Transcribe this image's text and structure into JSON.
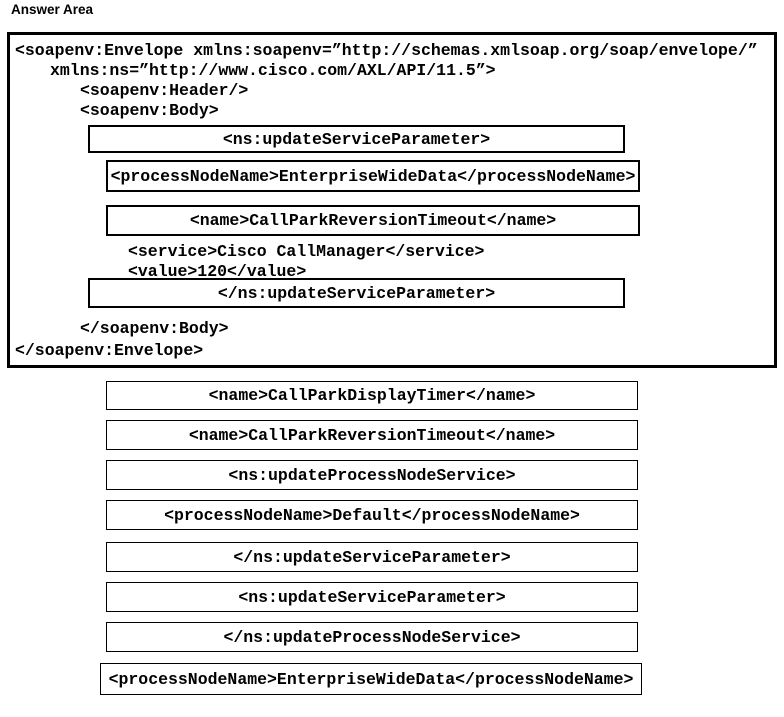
{
  "title": "Answer Area",
  "answer_area": {
    "lines": {
      "envelope_open": "<soapenv:Envelope xmlns:soapenv=”http://schemas.xmlsoap.org/soap/envelope/”",
      "xmlns_ns": "xmlns:ns=”http://www.cisco.com/AXL/API/11.5”>",
      "header": "<soapenv:Header/>",
      "body_open": "<soapenv:Body>",
      "service": "<service>Cisco CallManager</service>",
      "value": "<value>120</value>",
      "body_close": "</soapenv:Body>",
      "envelope_close": "</soapenv:Envelope>"
    },
    "slots": [
      {
        "label": "<ns:updateServiceParameter>"
      },
      {
        "label": "<processNodeName>EnterpriseWideData</processNodeName>"
      },
      {
        "label": "<name>CallParkReversionTimeout</name>"
      },
      {
        "label": "</ns:updateServiceParameter>"
      }
    ]
  },
  "options": [
    {
      "label": "<name>CallParkDisplayTimer</name>"
    },
    {
      "label": "<name>CallParkReversionTimeout</name>"
    },
    {
      "label": "<ns:updateProcessNodeService>"
    },
    {
      "label": "<processNodeName>Default</processNodeName>"
    },
    {
      "label": "</ns:updateServiceParameter>"
    },
    {
      "label": "<ns:updateServiceParameter>"
    },
    {
      "label": "</ns:updateProcessNodeService>"
    },
    {
      "label": "<processNodeName>EnterpriseWideData</processNodeName>"
    }
  ]
}
